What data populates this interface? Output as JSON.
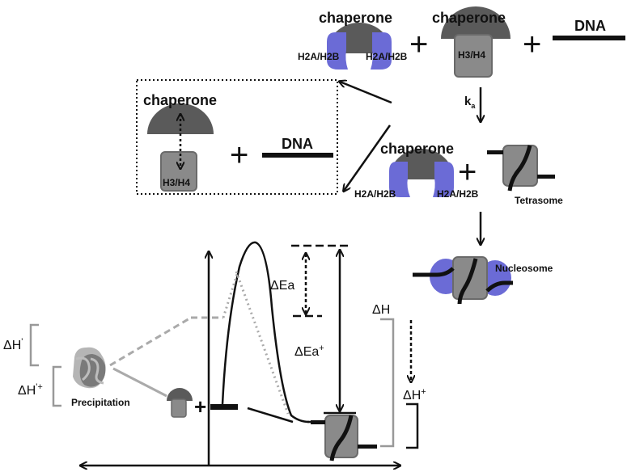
{
  "labels": {
    "chaperone": "chaperone",
    "h2a_h2b": "H2A/H2B",
    "h3_h4": "H3/H4",
    "dna": "DNA",
    "ka_k": "k",
    "ka_sub": "a",
    "tetrasome": "Tetrasome",
    "nucleosome": "Nucleosome",
    "precipitation": "Precipitation",
    "plus": "+",
    "delta_ea": "ΔEa",
    "delta_ea_plus": "ΔEa",
    "delta_ea_plus_sup": "+",
    "delta_h": "ΔH",
    "delta_h_plus": "ΔH",
    "delta_h_plus_sup": "+",
    "delta_h_prime": "ΔH",
    "delta_h_prime_sup": "'",
    "delta_h_prime_plus": "ΔH",
    "delta_h_prime_plus_sup": "'+"
  },
  "colors": {
    "chaperone": "#5a5a5a",
    "h2a_h2b": "#6b6bd6",
    "h3_h4": "#8a8a8a",
    "dna": "#111111",
    "dashed_gray": "#aaaaaa",
    "bracket_gray": "#999999"
  }
}
